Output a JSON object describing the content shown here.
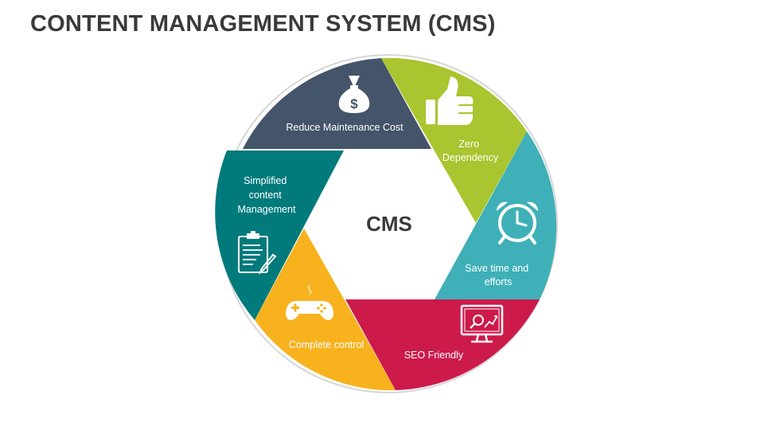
{
  "title": "CONTENT MANAGEMENT SYSTEM (CMS)",
  "center": "CMS",
  "segments": [
    {
      "label_lines": [
        "Reduce Maintenance Cost"
      ],
      "color": "#44546a",
      "icon": "money-bag-icon"
    },
    {
      "label_lines": [
        "Zero",
        "Dependency"
      ],
      "color": "#a9c52f",
      "icon": "thumbs-up-icon"
    },
    {
      "label_lines": [
        "Save time and",
        "efforts"
      ],
      "color": "#3fb0b8",
      "icon": "alarm-clock-icon"
    },
    {
      "label_lines": [
        "SEO Friendly"
      ],
      "color": "#cc1a4b",
      "icon": "seo-monitor-icon"
    },
    {
      "label_lines": [
        "Complete control"
      ],
      "color": "#f7b21e",
      "icon": "gamepad-icon"
    },
    {
      "label_lines": [
        "Simplified",
        "content",
        "Management"
      ],
      "color": "#017a7c",
      "icon": "clipboard-icon"
    }
  ]
}
